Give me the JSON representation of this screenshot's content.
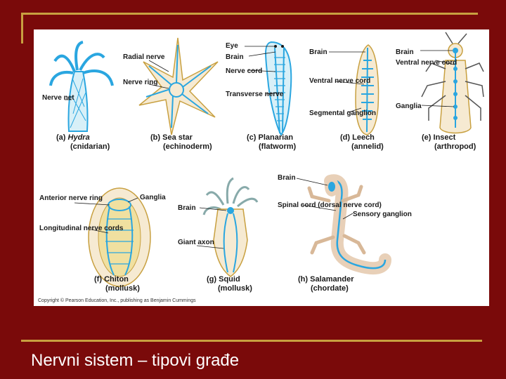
{
  "slide": {
    "title": "Nervni sistem – tipovi građe",
    "colors": {
      "background": "#7a0a0a",
      "accent": "#c8a040",
      "nerve": "#2aa6e0",
      "body_fill": "#d8f0f8"
    }
  },
  "figure": {
    "copyright": "Copyright © Pearson Education, Inc., publishing as Benjamin Cummings",
    "panels": {
      "a": {
        "letter": "(a)",
        "name": "Hydra",
        "group": "(cnidarian)",
        "labels": [
          "Nerve net"
        ]
      },
      "b": {
        "letter": "(b)",
        "name": "Sea star",
        "group": "(echinoderm)",
        "labels": [
          "Radial nerve",
          "Nerve ring"
        ]
      },
      "c": {
        "letter": "(c)",
        "name": "Planarian",
        "group": "(flatworm)",
        "labels": [
          "Eye",
          "Brain",
          "Nerve cord",
          "Transverse nerve"
        ]
      },
      "d": {
        "letter": "(d)",
        "name": "Leech",
        "group": "(annelid)",
        "labels": [
          "Brain",
          "Ventral nerve cord",
          "Segmental ganglion"
        ]
      },
      "e": {
        "letter": "(e)",
        "name": "Insect",
        "group": "(arthropod)",
        "labels": [
          "Brain",
          "Ventral nerve cord",
          "Ganglia"
        ]
      },
      "f": {
        "letter": "(f)",
        "name": "Chiton",
        "group": "(mollusk)",
        "labels": [
          "Anterior nerve ring",
          "Ganglia",
          "Longitudinal nerve cords"
        ]
      },
      "g": {
        "letter": "(g)",
        "name": "Squid",
        "group": "(mollusk)",
        "labels": [
          "Brain",
          "Giant axon"
        ]
      },
      "h": {
        "letter": "(h)",
        "name": "Salamander",
        "group": "(chordate)",
        "labels": [
          "Brain",
          "Spinal cord (dorsal nerve cord)",
          "Sensory ganglion"
        ]
      }
    }
  }
}
